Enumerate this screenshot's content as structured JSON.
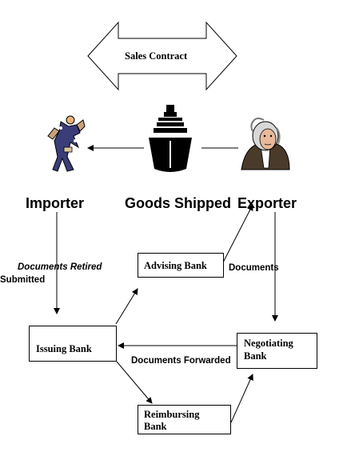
{
  "contract": {
    "label": "Sales Contract"
  },
  "parties": {
    "importer": "Importer",
    "goods_shipped": "Goods Shipped",
    "exporter": "Exporter"
  },
  "banks": {
    "advising": "Advising Bank",
    "issuing": "Issuing Bank",
    "negotiating_line1": "Negotiating",
    "negotiating_line2": "Bank",
    "reimbursing_line1": "Reimbursing",
    "reimbursing_line2": "Bank"
  },
  "flows": {
    "documents_retired": "Documents Retired",
    "submitted": "Submitted",
    "documents": "Documents",
    "documents_forwarded": "Documents Forwarded"
  },
  "icons": {
    "importer": "importer-figure-icon",
    "ship": "cargo-ship-icon",
    "exporter": "exporter-portrait-icon"
  }
}
